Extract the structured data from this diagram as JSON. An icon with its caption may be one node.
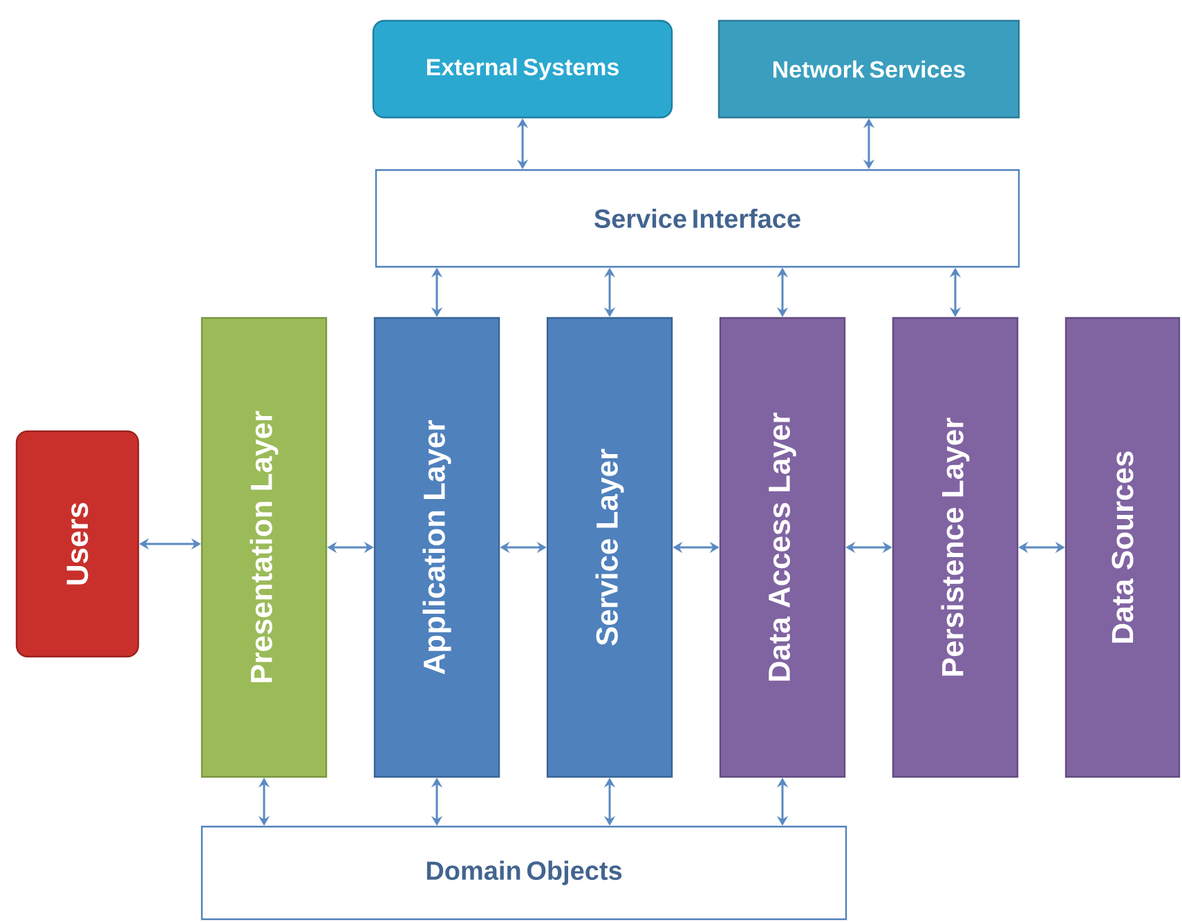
{
  "diagram": {
    "nodes": [
      {
        "text": [
          "External Systems"
        ]
      },
      {
        "text": [
          "Network Services"
        ]
      },
      {
        "text": [
          "Service Interface"
        ]
      },
      {
        "text": [
          "Users"
        ]
      },
      {
        "text": [
          "Presentation Layer"
        ]
      },
      {
        "text": [
          "Application Layer"
        ]
      },
      {
        "text": [
          "Service Layer"
        ]
      },
      {
        "text": [
          "Data Access Layer"
        ]
      },
      {
        "text": [
          "Persistence Layer"
        ]
      },
      {
        "text": [
          "Data Sources"
        ]
      },
      {
        "text": [
          "Domain Objects"
        ]
      }
    ],
    "edges": [
      {
        "from": 0,
        "to": 2,
        "arrow": "both"
      },
      {
        "from": 1,
        "to": 2,
        "arrow": "both"
      },
      {
        "from": 2,
        "to": 5,
        "arrow": "both"
      },
      {
        "from": 2,
        "to": 6,
        "arrow": "both"
      },
      {
        "from": 2,
        "to": 7,
        "arrow": "both"
      },
      {
        "from": 2,
        "to": 8,
        "arrow": "both"
      },
      {
        "from": 3,
        "to": 4,
        "arrow": "both"
      },
      {
        "from": 4,
        "to": 5,
        "arrow": "both"
      },
      {
        "from": 5,
        "to": 6,
        "arrow": "both"
      },
      {
        "from": 6,
        "to": 7,
        "arrow": "both"
      },
      {
        "from": 7,
        "to": 8,
        "arrow": "both"
      },
      {
        "from": 8,
        "to": 9,
        "arrow": "both"
      },
      {
        "from": 4,
        "to": 10,
        "arrow": "both"
      },
      {
        "from": 5,
        "to": 10,
        "arrow": "both"
      },
      {
        "from": 6,
        "to": 10,
        "arrow": "both"
      },
      {
        "from": 7,
        "to": 10,
        "arrow": "both"
      }
    ]
  }
}
